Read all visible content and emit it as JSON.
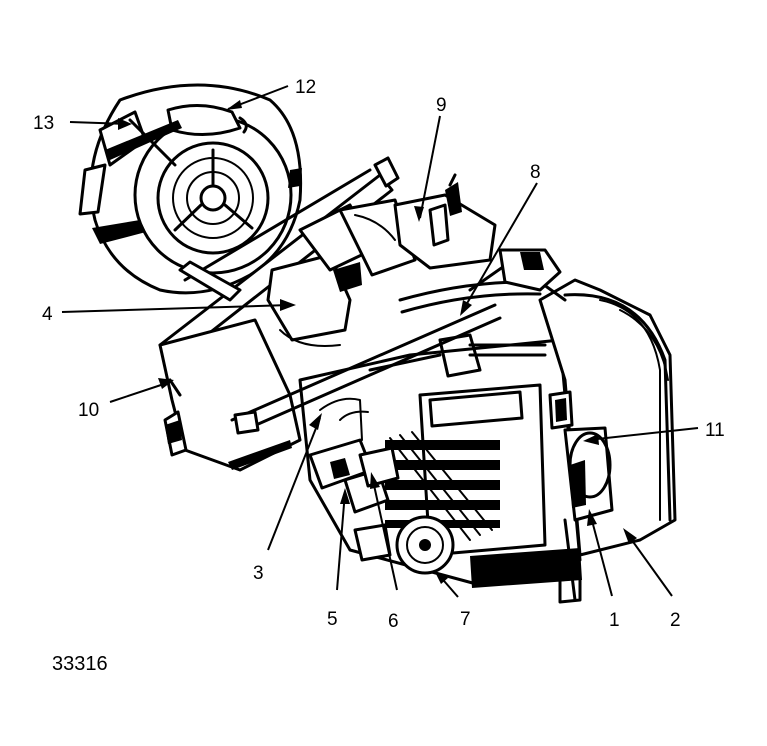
{
  "figure": {
    "id": "33316",
    "callouts": [
      "1",
      "2",
      "3",
      "4",
      "5",
      "6",
      "7",
      "8",
      "9",
      "10",
      "11",
      "12",
      "13"
    ]
  }
}
